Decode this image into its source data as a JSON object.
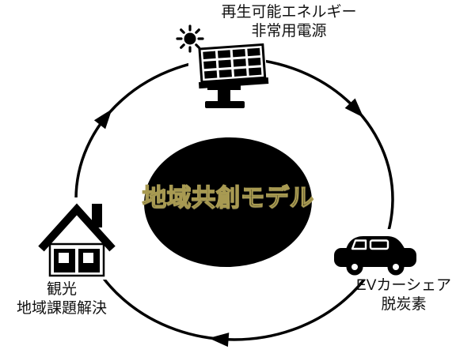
{
  "diagram": {
    "title": "地域共創モデル",
    "center": {
      "label": "地域共創モデル",
      "bg_color": "#000000",
      "text_outline_color": "#a89a52",
      "text_fill_color": "#0a0a06"
    },
    "cycle": {
      "direction": "clockwise",
      "arrow_count": 3,
      "stroke_color": "#000000"
    },
    "nodes": [
      {
        "id": "renewable-energy",
        "position": "top",
        "icon": "solar-panel-sun-icon",
        "label_line1": "再生可能エネルギー",
        "label_line2": "非常用電源"
      },
      {
        "id": "ev-carshare",
        "position": "right",
        "icon": "car-icon",
        "label_line1": "EVカーシェア",
        "label_line2": "脱炭素"
      },
      {
        "id": "tourism",
        "position": "left",
        "icon": "house-icon",
        "label_line1": "観光",
        "label_line2": "地域課題解決"
      }
    ]
  }
}
